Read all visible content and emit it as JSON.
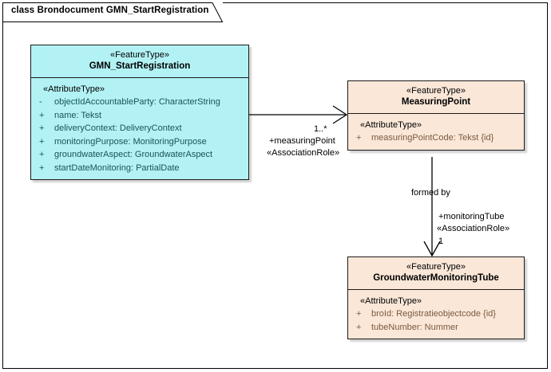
{
  "diagram": {
    "title": "class Brondocument GMN_StartRegistration",
    "type": "uml-class-diagram",
    "colors": {
      "class_fill_primary": "#b2f2f5",
      "class_fill_secondary": "#fae7d8",
      "border": "#1a1a1a",
      "attribute_text_primary": "#15545c",
      "attribute_text_secondary": "#7a5a3e",
      "background": "#ffffff"
    },
    "classes": [
      {
        "id": "gmn-startregistration",
        "stereotype": "«FeatureType»",
        "name": "GMN_StartRegistration",
        "compartment_stereotype": "«AttributeType»",
        "attributes": [
          {
            "visibility": "-",
            "text": "objectIdAccountableParty: CharacterString"
          },
          {
            "visibility": "+",
            "text": "name: Tekst"
          },
          {
            "visibility": "+",
            "text": "deliveryContext: DeliveryContext"
          },
          {
            "visibility": "+",
            "text": "monitoringPurpose: MonitoringPurpose"
          },
          {
            "visibility": "+",
            "text": "groundwaterAspect: GroundwaterAspect"
          },
          {
            "visibility": "+",
            "text": "startDateMonitoring: PartialDate"
          }
        ]
      },
      {
        "id": "measuringpoint",
        "stereotype": "«FeatureType»",
        "name": "MeasuringPoint",
        "compartment_stereotype": "«AttributeType»",
        "attributes": [
          {
            "visibility": "+",
            "text": "measuringPointCode: Tekst {id}"
          }
        ]
      },
      {
        "id": "groundwatermonitoringtube",
        "stereotype": "«FeatureType»",
        "name": "GroundwaterMonitoringTube",
        "compartment_stereotype": "«AttributeType»",
        "attributes": [
          {
            "visibility": "+",
            "text": "broId: Registratieobjectcode {id}"
          },
          {
            "visibility": "+",
            "text": "tubeNumber: Nummer"
          }
        ]
      }
    ],
    "associations": [
      {
        "id": "assoc1",
        "from": "GMN_StartRegistration",
        "to": "MeasuringPoint",
        "name": "",
        "multiplicity": "1..*",
        "role": "+measuringPoint",
        "stereotype": "«AssociationRole»",
        "arrow": "open"
      },
      {
        "id": "assoc2",
        "from": "MeasuringPoint",
        "to": "GroundwaterMonitoringTube",
        "name": "formed by",
        "multiplicity": "1",
        "role": "+monitoringTube",
        "stereotype": "«AssociationRole»",
        "arrow": "open"
      }
    ]
  }
}
